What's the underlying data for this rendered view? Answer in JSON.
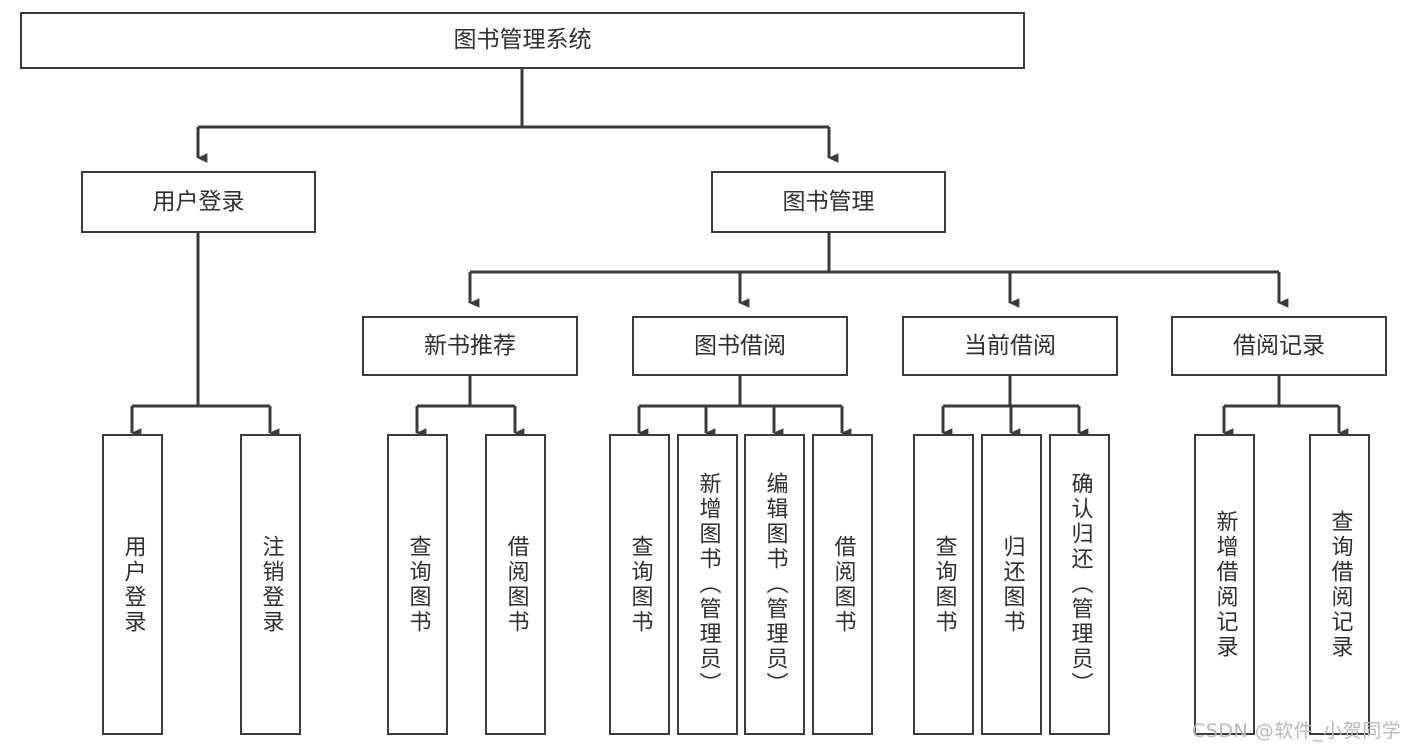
{
  "diagram": {
    "type": "tree",
    "title": "图书管理系统",
    "watermark": "CSDN @软件_小贺同学",
    "colors": {
      "box_border": "#3b3b3b",
      "box_fill": "#ffffff",
      "connector": "#3b3b3b",
      "text": "#2f2f2f",
      "watermark": "#b9b9b9",
      "background": "#ffffff"
    },
    "nodes": {
      "root": {
        "label": "图书管理系统",
        "level": 1,
        "orientation": "horizontal"
      },
      "l2": [
        {
          "id": "user-login",
          "label": "用户登录",
          "level": 2,
          "orientation": "horizontal"
        },
        {
          "id": "book-management",
          "label": "图书管理",
          "level": 2,
          "orientation": "horizontal"
        }
      ],
      "l3": [
        {
          "id": "new-book-recommend",
          "label": "新书推荐",
          "level": 3,
          "orientation": "horizontal"
        },
        {
          "id": "book-borrow",
          "label": "图书借阅",
          "level": 3,
          "orientation": "horizontal"
        },
        {
          "id": "current-borrow",
          "label": "当前借阅",
          "level": 3,
          "orientation": "horizontal"
        },
        {
          "id": "borrow-record",
          "label": "借阅记录",
          "level": 3,
          "orientation": "horizontal"
        }
      ],
      "leaves": [
        {
          "id": "leaf-user-login",
          "label": "用户登录",
          "parent": "user-login",
          "orientation": "vertical"
        },
        {
          "id": "leaf-logout-login",
          "label": "注销登录",
          "parent": "user-login",
          "orientation": "vertical"
        },
        {
          "id": "leaf-query-book-1",
          "label": "查询图书",
          "parent": "new-book-recommend",
          "orientation": "vertical"
        },
        {
          "id": "leaf-borrow-book-1",
          "label": "借阅图书",
          "parent": "new-book-recommend",
          "orientation": "vertical"
        },
        {
          "id": "leaf-query-book-2",
          "label": "查询图书",
          "parent": "book-borrow",
          "orientation": "vertical"
        },
        {
          "id": "leaf-add-book",
          "label": "新增图书（管理员）",
          "parent": "book-borrow",
          "orientation": "vertical"
        },
        {
          "id": "leaf-edit-book",
          "label": "编辑图书（管理员）",
          "parent": "book-borrow",
          "orientation": "vertical"
        },
        {
          "id": "leaf-borrow-book-2",
          "label": "借阅图书",
          "parent": "book-borrow",
          "orientation": "vertical"
        },
        {
          "id": "leaf-query-book-3",
          "label": "查询图书",
          "parent": "current-borrow",
          "orientation": "vertical"
        },
        {
          "id": "leaf-return-book",
          "label": "归还图书",
          "parent": "current-borrow",
          "orientation": "vertical"
        },
        {
          "id": "leaf-confirm-return",
          "label": "确认归还（管理员）",
          "parent": "current-borrow",
          "orientation": "vertical"
        },
        {
          "id": "leaf-add-record",
          "label": "新增借阅记录",
          "parent": "borrow-record",
          "orientation": "vertical"
        },
        {
          "id": "leaf-query-record",
          "label": "查询借阅记录",
          "parent": "borrow-record",
          "orientation": "vertical"
        }
      ]
    },
    "edges": [
      {
        "from": "root",
        "to": "user-login"
      },
      {
        "from": "root",
        "to": "book-management"
      },
      {
        "from": "book-management",
        "to": "new-book-recommend"
      },
      {
        "from": "book-management",
        "to": "book-borrow"
      },
      {
        "from": "book-management",
        "to": "current-borrow"
      },
      {
        "from": "book-management",
        "to": "borrow-record"
      },
      {
        "from": "user-login",
        "to": "leaf-user-login"
      },
      {
        "from": "user-login",
        "to": "leaf-logout-login"
      },
      {
        "from": "new-book-recommend",
        "to": "leaf-query-book-1"
      },
      {
        "from": "new-book-recommend",
        "to": "leaf-borrow-book-1"
      },
      {
        "from": "book-borrow",
        "to": "leaf-query-book-2"
      },
      {
        "from": "book-borrow",
        "to": "leaf-add-book"
      },
      {
        "from": "book-borrow",
        "to": "leaf-edit-book"
      },
      {
        "from": "book-borrow",
        "to": "leaf-borrow-book-2"
      },
      {
        "from": "current-borrow",
        "to": "leaf-query-book-3"
      },
      {
        "from": "current-borrow",
        "to": "leaf-return-book"
      },
      {
        "from": "current-borrow",
        "to": "leaf-confirm-return"
      },
      {
        "from": "borrow-record",
        "to": "leaf-add-record"
      },
      {
        "from": "borrow-record",
        "to": "leaf-query-record"
      }
    ]
  }
}
